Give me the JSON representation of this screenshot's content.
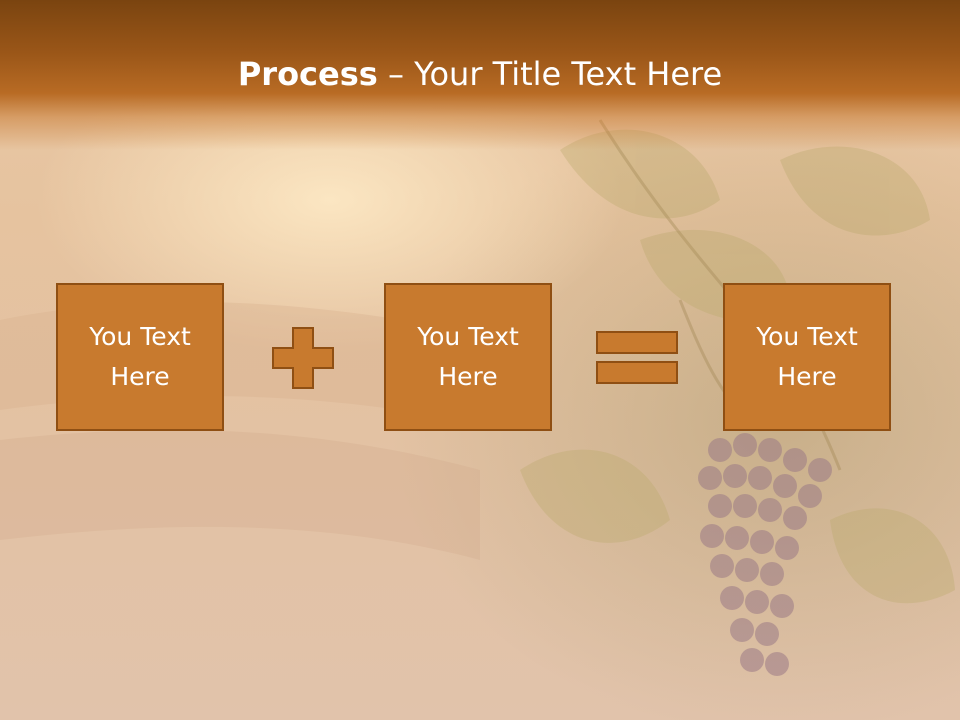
{
  "title": {
    "bold": "Process",
    "rest": " – Your Title Text Here"
  },
  "boxes": [
    {
      "label": "You Text Here"
    },
    {
      "label": "You Text Here"
    },
    {
      "label": "You Text Here"
    }
  ],
  "icons": {
    "plus": "plus-icon",
    "equals": "equals-icon"
  },
  "colors": {
    "title_bar": "#9a5618",
    "box_fill": "#c87a2e",
    "box_border": "#8f4f13",
    "text": "#ffffff"
  }
}
